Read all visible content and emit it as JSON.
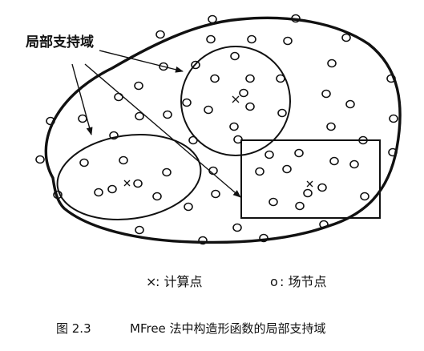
{
  "annotation": {
    "label": "局部支持域"
  },
  "legend": {
    "compute_point_symbol": "×",
    "compute_point_label": ": 计算点",
    "field_node_symbol": "o",
    "field_node_label": ": 场节点"
  },
  "caption": {
    "figure_number": "图 2.3",
    "text": "MFree 法中构造形函数的局部支持域"
  },
  "colors": {
    "ink": "#111111",
    "background": "#ffffff"
  }
}
